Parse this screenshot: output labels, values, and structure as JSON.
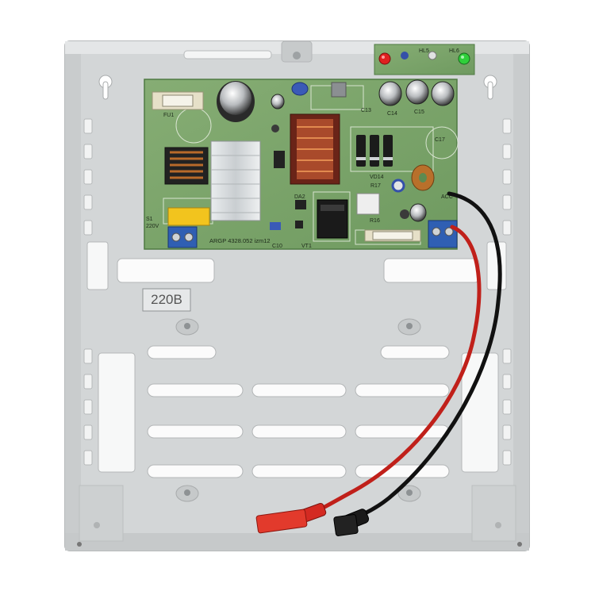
{
  "photo": {
    "subject": "power-supply-enclosure",
    "colors": {
      "background": "#ffffff",
      "case": "#d8dadb",
      "case_inner": "#cfd2d3",
      "case_edge": "#bfc2c3",
      "pcb": "#7fa86e",
      "pcb_dark": "#5d8a50",
      "wire_red": "#c0201a",
      "wire_black": "#151515",
      "terminal_blue": "#2f5fb3",
      "led_red": "#e02020",
      "led_green": "#2fcf3a"
    }
  },
  "labels": {
    "voltage_tag": "220В",
    "board_id": "ARGP 4328.052 ",
    "board_rev": "izm12",
    "fuse": "FU1",
    "s1": "S1",
    "s1_volt": "220V",
    "vd14": "VD14",
    "r17": "R17",
    "r16": "R16",
    "da2": "DA2",
    "vt1": "VT1",
    "c10": "C10",
    "c13": "C13",
    "c14": "C14",
    "c15": "C15",
    "c17": "C17",
    "hl5": "HL5",
    "hl6": "HL6",
    "acc": "ACC"
  }
}
